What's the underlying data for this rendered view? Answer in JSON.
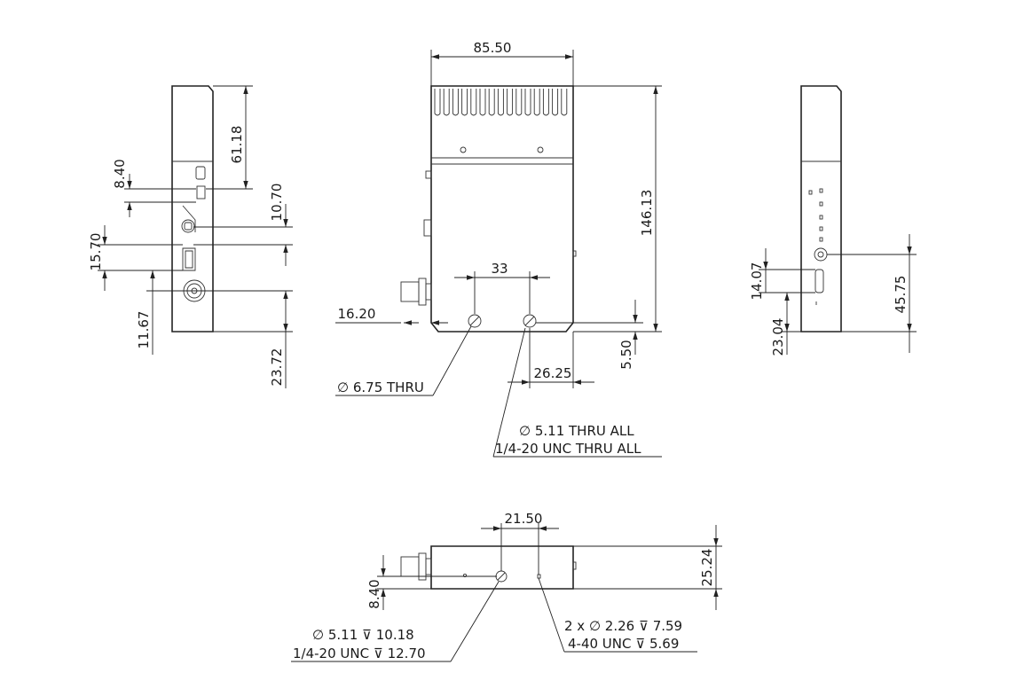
{
  "front_view": {
    "width_dim": "85.50",
    "height_dim": "146.13",
    "hole_spacing_dim": "33",
    "connector_offset_dim": "16.20",
    "hole_right_offset_dim": "26.25",
    "hole_bottom_offset_dim": "5.50",
    "callout_left": "∅ 6.75 THRU",
    "callout_right_line1": "∅ 5.11 THRU ALL",
    "callout_right_line2": "1/4-20 UNC  THRU ALL"
  },
  "left_view": {
    "dim_top": "61.18",
    "dim_usb": "8.40",
    "dim_audio": "10.70",
    "dim_hdmi": "15.70",
    "dim_bnc": "11.67",
    "dim_bottom": "23.72"
  },
  "right_view": {
    "dim_usb": "14.07",
    "dim_usb_offset": "23.04",
    "dim_jack": "45.75"
  },
  "bottom_view": {
    "dim_hole_spacing": "21.50",
    "dim_height": "25.24",
    "dim_hole_offset": "8.40",
    "callout_left_line1": "∅ 5.11 ⊽ 10.18",
    "callout_left_line2": "1/4-20 UNC  ⊽ 12.70",
    "callout_right_line1": "2 x ∅ 2.26 ⊽ 7.59",
    "callout_right_line2": "4-40 UNC  ⊽ 5.69"
  }
}
